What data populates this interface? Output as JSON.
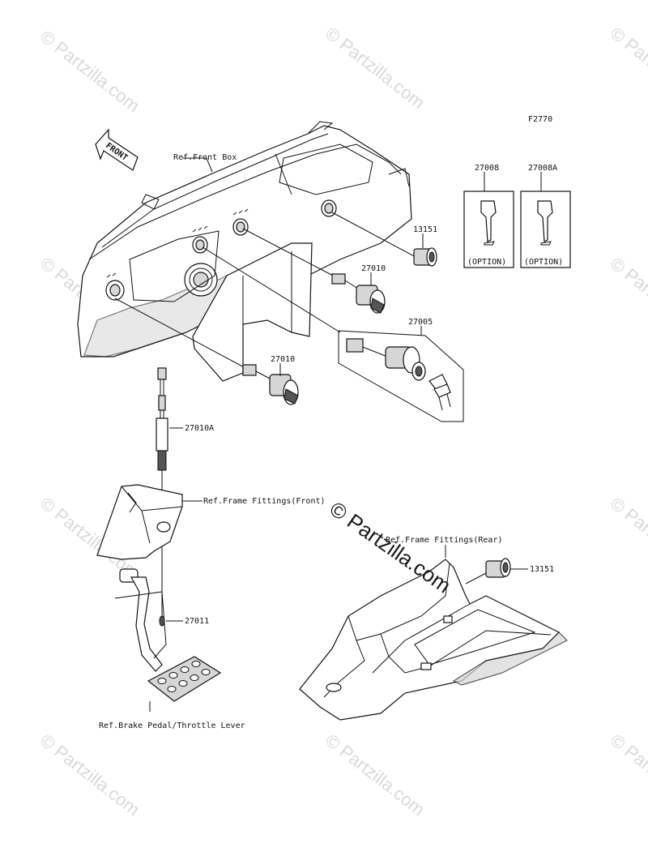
{
  "figure_code": "F2770",
  "direction_arrow": "FRONT",
  "watermark": "© Partzilla.com",
  "center_watermark": "© Partzilla.com",
  "callouts": {
    "ref_front_box": "Ref.Front Box",
    "p13151_top": "13151",
    "p27010_a": "27010",
    "p27005": "27005",
    "p27010_b": "27010",
    "p27010A": "27010A",
    "ref_frame_front": "Ref.Frame Fittings(Front)",
    "ref_frame_rear": "Ref.Frame Fittings(Rear)",
    "p13151_bottom": "13151",
    "p27011": "27011",
    "ref_brake": "Ref.Brake Pedal/Throttle Lever"
  },
  "keys": [
    {
      "part": "27008",
      "note": "(OPTION)"
    },
    {
      "part": "27008A",
      "note": "(OPTION)"
    }
  ]
}
